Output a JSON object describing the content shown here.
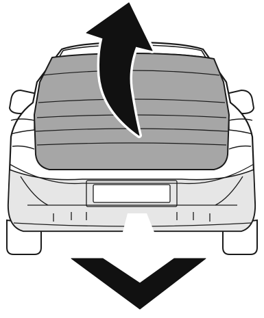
{
  "diagram": {
    "subject": "vehicle-rear-view",
    "arrows": [
      {
        "name": "tailgate-open-arrow",
        "direction": "up"
      },
      {
        "name": "pull-down-arrow",
        "direction": "down"
      }
    ],
    "colors": {
      "outline": "#1a1a1a",
      "highlight_fill": "#a6a6a6",
      "lower_fill": "#e6e6e6",
      "background": "#ffffff",
      "arrow_fill": "#111111",
      "arrow_edge": "#ffffff"
    }
  }
}
